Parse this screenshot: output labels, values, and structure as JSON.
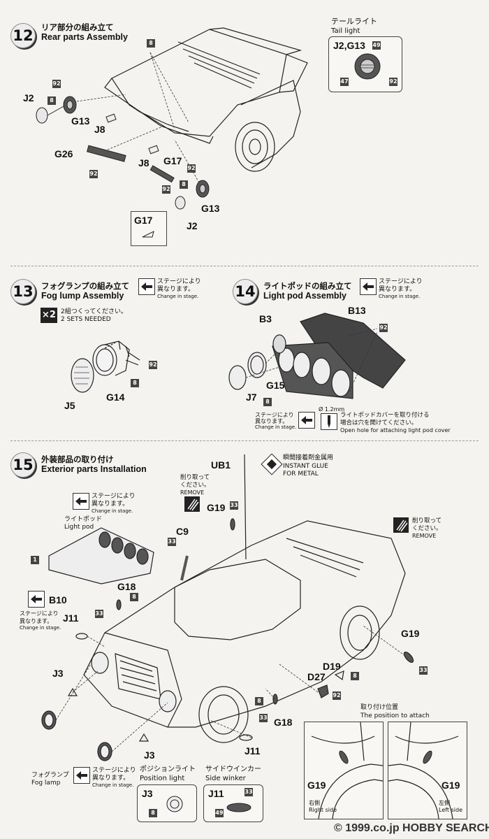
{
  "step12": {
    "num": "12",
    "title_jp": "リア部分の組み立て",
    "title_en": "Rear parts Assembly"
  },
  "tail_light": {
    "title_jp": "テールライト",
    "title_en": "Tail light",
    "part": "J2,G13",
    "badges": [
      "49",
      "47",
      "92"
    ]
  },
  "step12_parts": {
    "p8top": "8",
    "p92a": "92",
    "J2a": "J2",
    "p8a": "8",
    "G13a": "G13",
    "J8a": "J8",
    "G26": "G26",
    "p92b": "92",
    "J8b": "J8",
    "G17": "G17",
    "p92c": "92",
    "p8b": "8",
    "G13b": "G13",
    "J2b": "J2",
    "p92d": "92",
    "inset": "G17"
  },
  "step13": {
    "num": "13",
    "title_jp": "フォグランプの組み立て",
    "title_en": "Fog lump Assembly",
    "x2": "×2",
    "sets_jp": "2組つくってください。",
    "sets_en": "2 SETS NEEDED",
    "stage_jp1": "ステージにより",
    "stage_jp2": "異なります。",
    "stage_en": "Change in stage.",
    "p92": "92",
    "p8": "8",
    "J5": "J5",
    "G14": "G14"
  },
  "step14": {
    "num": "14",
    "title_jp": "ライトポッドの組み立て",
    "title_en": "Light pod Assembly",
    "stage_jp1": "ステージにより",
    "stage_jp2": "異なります。",
    "stage_en": "Change in stage.",
    "B13": "B13",
    "B3": "B3",
    "p92": "92",
    "G15": "G15",
    "J7": "J7",
    "p8": "8",
    "hole": "Ø 1.2mm",
    "note_jp1": "ライトポッドカバーを取り付ける",
    "note_jp2": "場合は穴を開けてください。",
    "note_en": "Open hole for attaching light pod cover",
    "stage2_jp1": "ステージにより",
    "stage2_jp2": "異なります。",
    "stage2_en": "Change in stage."
  },
  "step15": {
    "num": "15",
    "title_jp": "外装部品の取り付け",
    "title_en": "Exterior parts Installation",
    "glue_jp": "瞬間接着剤金属用",
    "glue_en1": "INSTANT GLUE",
    "glue_en2": "FOR METAL",
    "UB1": "UB1",
    "remove_jp1": "削り取って",
    "remove_jp2": "ください。",
    "remove_en": "REMOVE",
    "G19a": "G19",
    "p33a": "33",
    "C9": "C9",
    "p33b": "33",
    "stage_jp1": "ステージにより",
    "stage_jp2": "異なります。",
    "stage_en": "Change in stage.",
    "pod_jp": "ライトポッド",
    "pod_en": "Light pod",
    "p1": "1",
    "G18a": "G18",
    "p8a": "8",
    "p33c": "33",
    "B10": "B10",
    "stage2_jp1": "ステージにより",
    "stage2_jp2": "異なります。",
    "stage2_en": "Change in stage.",
    "J11a": "J11",
    "J3a": "J3",
    "remove2_jp": "削り取って",
    "remove2_jp2": "ください。",
    "remove2_en": "REMOVE",
    "G19b": "G19",
    "p33d": "33",
    "D19": "D19",
    "p8b": "8",
    "D27": "D27",
    "p92": "92",
    "p8c": "8",
    "p33e": "33",
    "G18b": "G18",
    "J11b": "J11",
    "J3b": "J3",
    "fog_jp": "フォグランプ",
    "fog_en": "Fog lamp",
    "stage3_jp1": "ステージにより",
    "stage3_jp2": "異なります。",
    "stage3_en": "Change in stage.",
    "pos_jp": "ポジションライト",
    "pos_en": "Position light",
    "J3c": "J3",
    "p8d": "8",
    "side_jp": "サイドウインカー",
    "side_en": "Side winker",
    "J11c": "J11",
    "p33f": "33",
    "p49": "49",
    "attach_jp": "取り付け位置",
    "attach_en": "The position to attach",
    "right_jp": "右側",
    "right_en": "Right side",
    "left_jp": "左側",
    "left_en": "Left side",
    "G19c": "G19",
    "G19d": "G19"
  },
  "watermark": "© 1999.co.jp  HOBBY SEARCH"
}
